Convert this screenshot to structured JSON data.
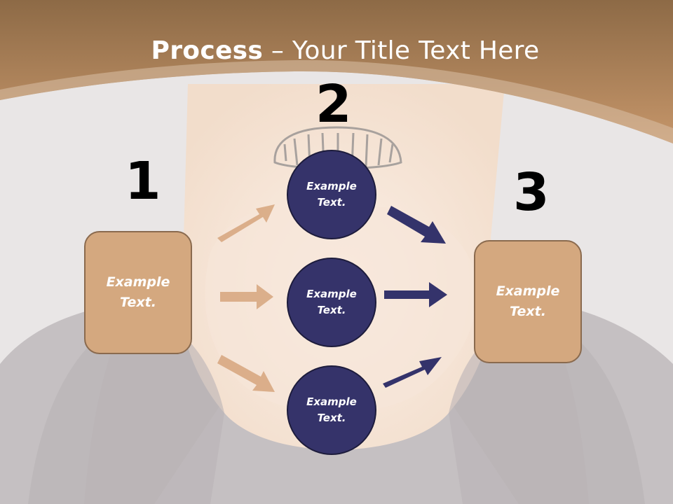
{
  "title": {
    "bold": "Process",
    "rest": " – Your Title Text Here"
  },
  "steps": {
    "one": "1",
    "two": "2",
    "three": "3"
  },
  "left_box": {
    "text": "Example Text."
  },
  "right_box": {
    "text": "Example Text."
  },
  "circles": [
    {
      "text": "Example Text."
    },
    {
      "text": "Example Text."
    },
    {
      "text": "Example Text."
    }
  ],
  "colors": {
    "banner": "#c0946a",
    "box": "#d4a87f",
    "circle": "#35336a",
    "arrow_tan": "#d6a47c",
    "arrow_navy": "#34336b"
  }
}
